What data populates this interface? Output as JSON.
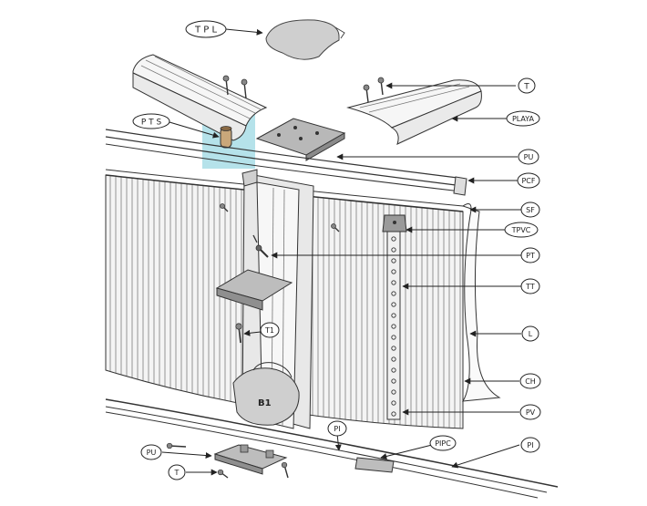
{
  "labels": {
    "tpl": "T P L",
    "t_top": "T",
    "playa": "PLAYA",
    "pts": "P T S",
    "pu_top": "PU",
    "pcf": "PCF",
    "sf": "SF",
    "tpvc": "TPVC",
    "pt": "PT",
    "tt": "TT",
    "l": "L",
    "t1": "T1",
    "ch": "CH",
    "pv": "PV",
    "b1": "B1",
    "pi_mid": "PI",
    "pipc": "PIPC",
    "pi_right": "PI",
    "pu_bottom": "PU",
    "t_bottom": "T"
  },
  "colors": {
    "line": "#333333",
    "highlight": "#a8dde6",
    "metal": "#c4c4c4",
    "metal_dark": "#8a8a8a",
    "wall": "#f3f3f3"
  }
}
